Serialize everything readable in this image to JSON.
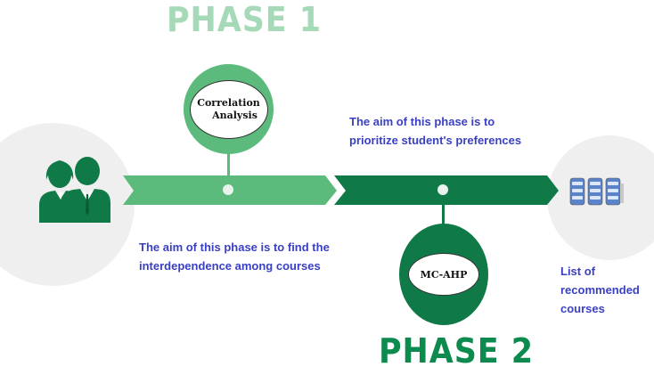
{
  "phase1": {
    "title": "PHASE 1",
    "method_line1": "Correlation",
    "method_line2": "Analysis",
    "description": "The aim of this phase is to find the interdependence among courses"
  },
  "phase2": {
    "title": "PHASE 2",
    "method": "MC-AHP",
    "description": "The aim of this phase is to prioritize student's preferences"
  },
  "result": {
    "description": "List of recommended courses"
  },
  "icons": {
    "start": "people-icon",
    "end": "course-list-icon"
  },
  "colors": {
    "phase1_light": "#a6d9b7",
    "phase1": "#5cba7c",
    "phase2": "#0f7a48",
    "text_blue": "#3a40c4"
  }
}
